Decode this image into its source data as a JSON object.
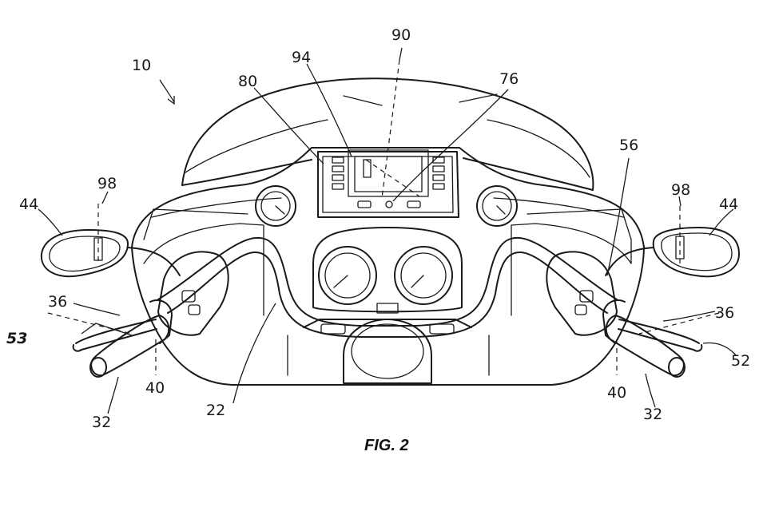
{
  "figure": {
    "caption": "FIG. 2",
    "reference_numerals": {
      "assembly": "10",
      "windshield": "90",
      "display": "94",
      "fairing": "80",
      "indicator": "76",
      "left_mirror": "44",
      "right_mirror": "44",
      "left_mirror_element": "98",
      "right_mirror_element": "98",
      "handlebar": "22",
      "left_grip": "32",
      "right_grip": "32",
      "left_lever": "36",
      "right_lever": "36",
      "left_switch": "40",
      "right_switch": "40",
      "left_control": "53",
      "right_control": "52",
      "switch_housing": "56"
    }
  }
}
